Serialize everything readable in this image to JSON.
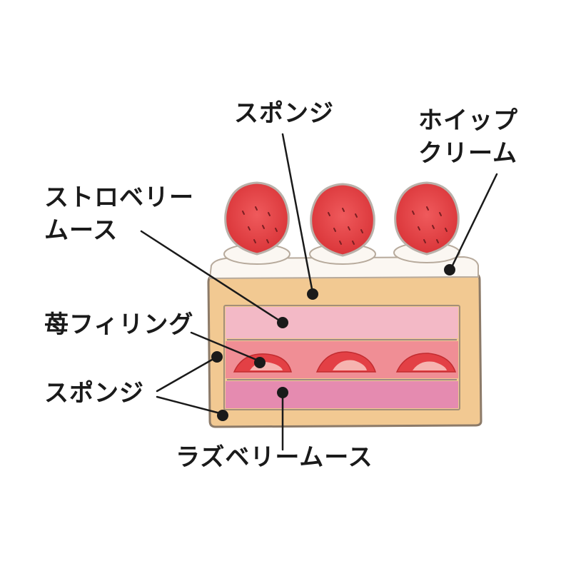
{
  "labels": {
    "sponge_top": "スポンジ",
    "whipped_cream": [
      "ホイップ",
      "クリーム"
    ],
    "strawberry_mousse": [
      "ストロベリー",
      "ムース"
    ],
    "strawberry_filling": "苺フィリング",
    "sponge_bottom": "スポンジ",
    "raspberry_mousse": "ラズベリームース"
  },
  "colors": {
    "sponge": "#f2c992",
    "sponge_outline": "#8c7a68",
    "cream": "#fbf7f2",
    "strawberry_mousse": "#f3b9c6",
    "strawberry_filling": "#f08e95",
    "raspberry_mousse": "#e58bb0",
    "strawberry": "#e84548",
    "leader_line": "#1a1a1a"
  }
}
